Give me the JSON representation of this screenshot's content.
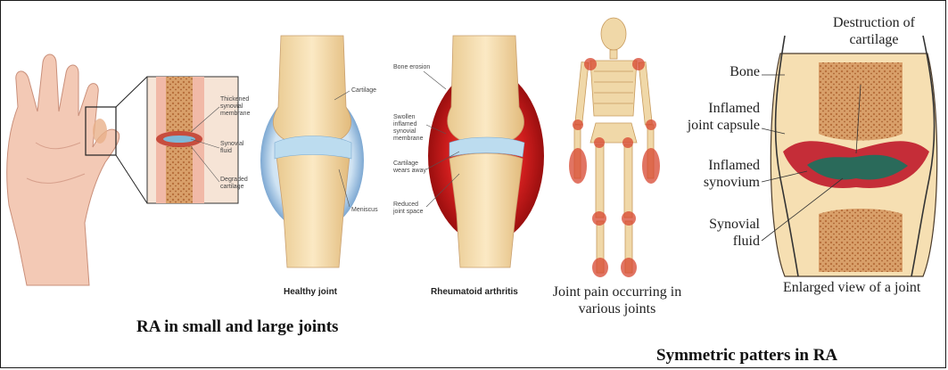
{
  "panel1": {
    "labels": {
      "thickened": "Thickened synovial membrane",
      "fluid": "Synovial fluid",
      "degraded": "Degraded cartilage"
    }
  },
  "panel2": {
    "healthy_caption": "Healthy joint",
    "ra_caption": "Rheumatoid arthritis",
    "labels": {
      "cartilage": "Cartilage",
      "meniscus": "Meniscus",
      "bone_erosion": "Bone erosion",
      "swollen": "Swollen inflamed synovial membrane",
      "cartilage_wears": "Cartilage wears away",
      "reduced": "Reduced joint space"
    }
  },
  "panel3": {
    "caption": "Joint pain occurring in various joints"
  },
  "panel4": {
    "labels": {
      "destruction": "Destruction of cartilage",
      "bone": "Bone",
      "capsule": "Inflamed joint capsule",
      "synovium": "Inflamed synovium",
      "fluid": "Synovial fluid"
    },
    "caption": "Enlarged view of a joint"
  },
  "captions": {
    "left": "RA in small and large joints",
    "right": "Symmetric patters in RA"
  },
  "colors": {
    "skin": "#f3c9b5",
    "bone": "#f4dcaa",
    "cartilage": "#bcdcef",
    "inflammation": "#c0192a",
    "synovium": "#2a6a5a"
  }
}
